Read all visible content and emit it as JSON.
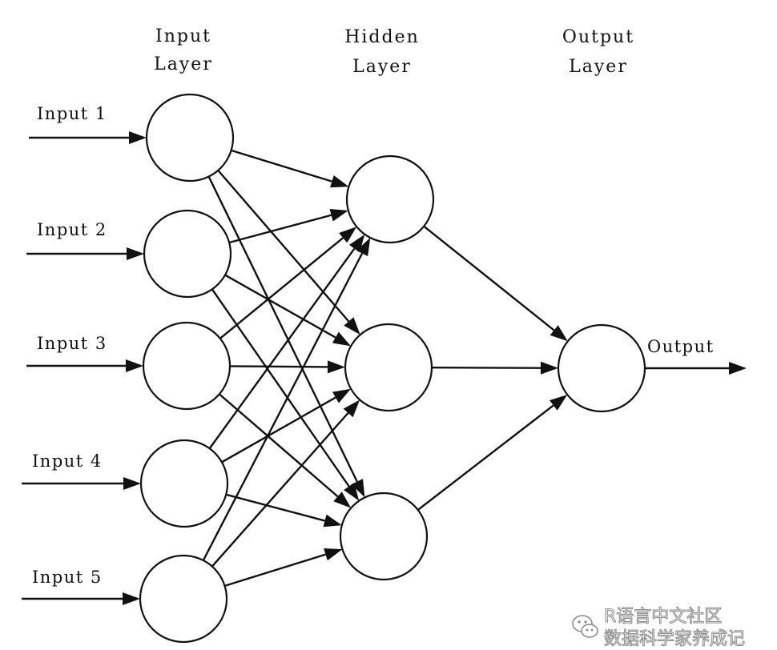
{
  "layers": {
    "input_title": [
      "Input",
      "Layer"
    ],
    "hidden_title": [
      "Hidden",
      "Layer"
    ],
    "output_title": [
      "Output",
      "Layer"
    ]
  },
  "inputs": [
    "Input 1",
    "Input 2",
    "Input 3",
    "Input 4",
    "Input 5"
  ],
  "output_label": "Output",
  "watermark": {
    "line1": "R语言中文社区",
    "line2": "数据科学家养成记",
    "icon": "wechat-icon"
  },
  "colors": {
    "stroke": "#111111",
    "background": "#ffffff"
  }
}
